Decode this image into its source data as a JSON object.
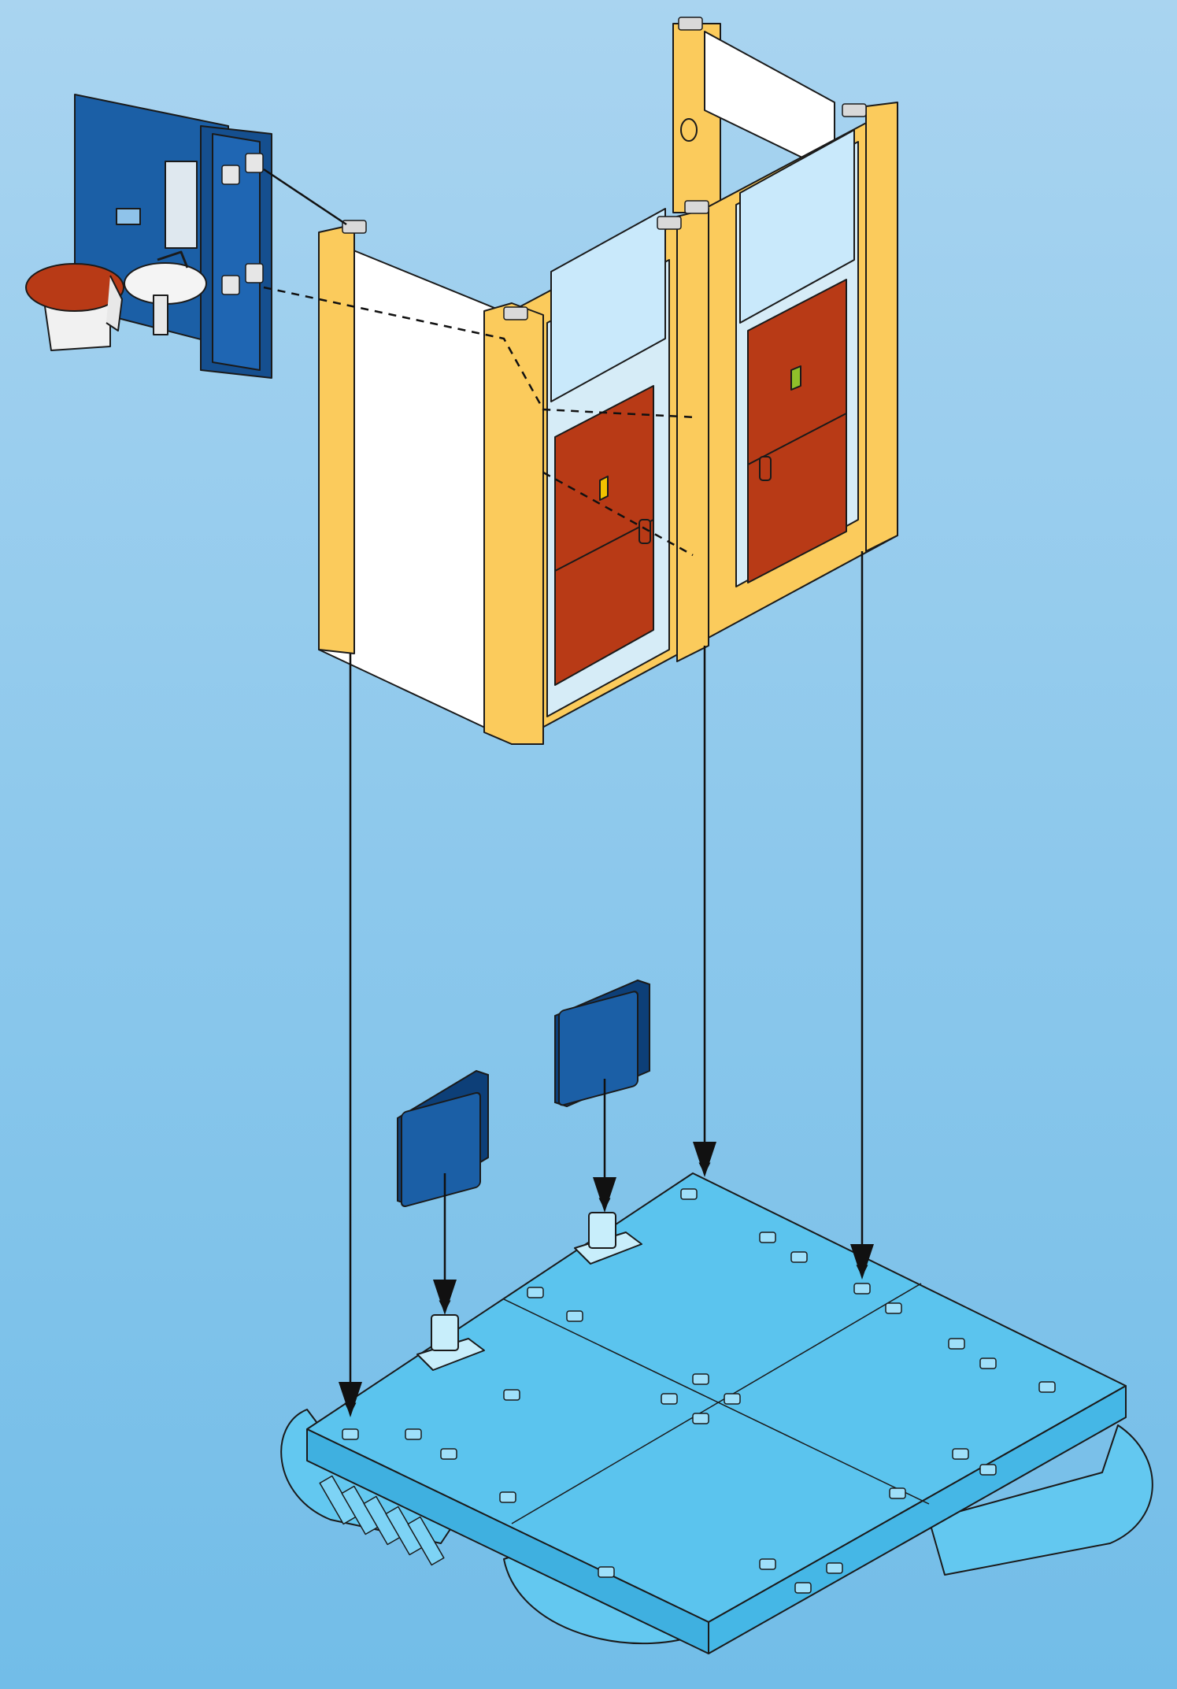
{
  "diagram": {
    "kind": "assembly-instruction",
    "labels": [],
    "colors": {
      "background_top": "#a9d4f0",
      "background_bottom": "#72bde8",
      "wall_yellow": "#fbcb5c",
      "wall_white": "#ffffff",
      "door_red": "#b83a16",
      "glass": "#c9e9fb",
      "module_blue": "#1b5fa6",
      "base_blue": "#5bc4ee",
      "outline": "#1a1a1a"
    },
    "parts": [
      {
        "id": "bathroom-module",
        "icon": "toilet-icon"
      },
      {
        "id": "wall-with-doors",
        "count_doors": 2
      },
      {
        "id": "base-plate"
      },
      {
        "id": "sign-panels",
        "count": 2
      }
    ],
    "arrows": {
      "solid": 5,
      "dashed": 2
    }
  }
}
